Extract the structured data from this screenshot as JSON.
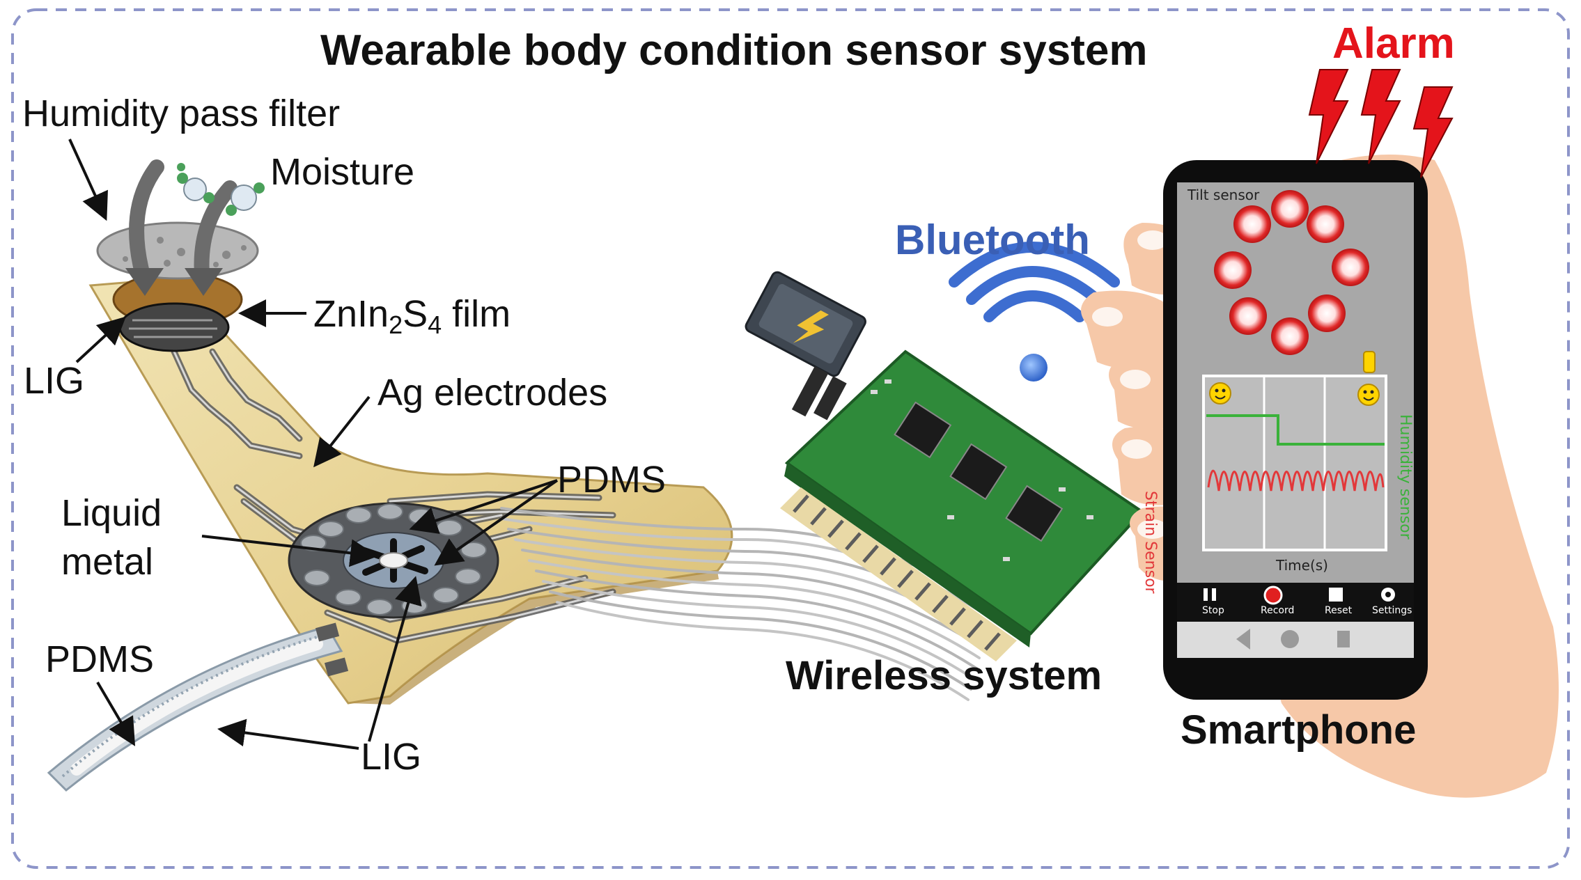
{
  "title": "Wearable body condition sensor system",
  "labels": {
    "humidity_filter": "Humidity pass filter",
    "moisture": "Moisture",
    "znin2s4_film": "film",
    "lig_top": "LIG",
    "ag_electrodes": "Ag electrodes",
    "pdms_right": "PDMS",
    "liquid_metal_1": "Liquid",
    "liquid_metal_2": "metal",
    "pdms_left": "PDMS",
    "lig_bottom": "LIG",
    "wireless_system": "Wireless system",
    "bluetooth": "Bluetooth",
    "smartphone": "Smartphone",
    "alarm": "Alarm"
  },
  "app": {
    "tilt_label": "Tilt sensor",
    "left_axis": "Strain Sensor",
    "right_axis": "Humidity sensor",
    "x_axis": "Time(s)",
    "buttons": [
      "Stop",
      "Record",
      "Reset",
      "Settings"
    ]
  },
  "colors": {
    "alarm": "#e4141b",
    "bluetooth": "#3a5fb5",
    "substrate": "#e8d79a",
    "pcb": "#2f8a3a",
    "skin": "#f6c8a8",
    "strain_trace": "#e2383a",
    "humidity_trace": "#3ab23a"
  }
}
